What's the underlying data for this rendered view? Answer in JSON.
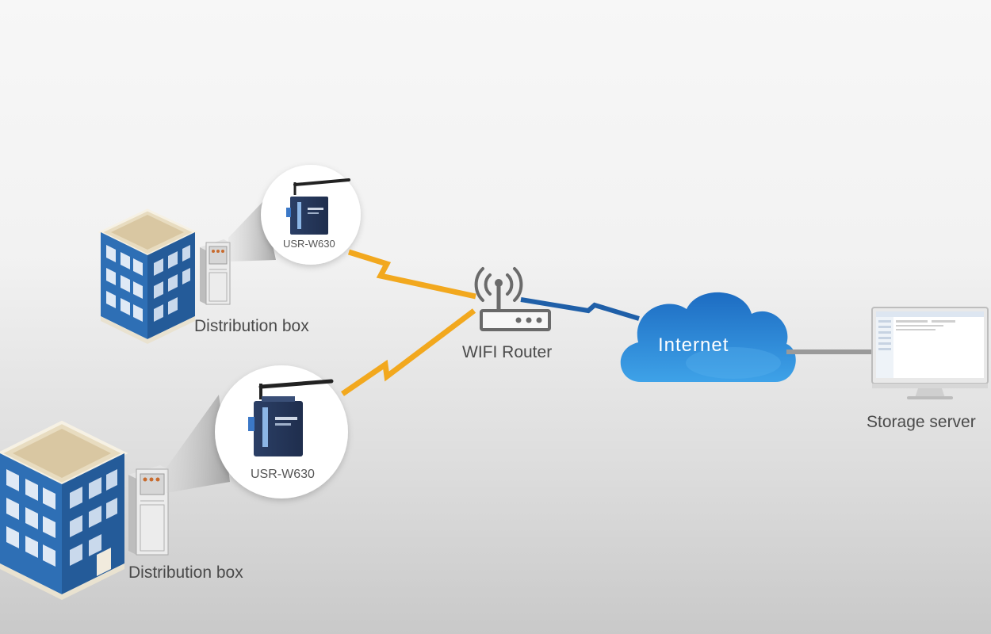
{
  "labels": {
    "device_1": "USR-W630",
    "device_2": "USR-W630",
    "distribution_box_1": "Distribution box",
    "distribution_box_2": "Distribution box",
    "router": "WIFI Router",
    "internet": "Internet",
    "server": "Storage server"
  },
  "colors": {
    "building_blue": "#2e6fb5",
    "wireless_link_orange": "#f2a81e",
    "wireless_link_blue": "#1f5fa8",
    "cloud_blue": "#2c86d6",
    "wired_link_gray": "#9a9a9a"
  }
}
